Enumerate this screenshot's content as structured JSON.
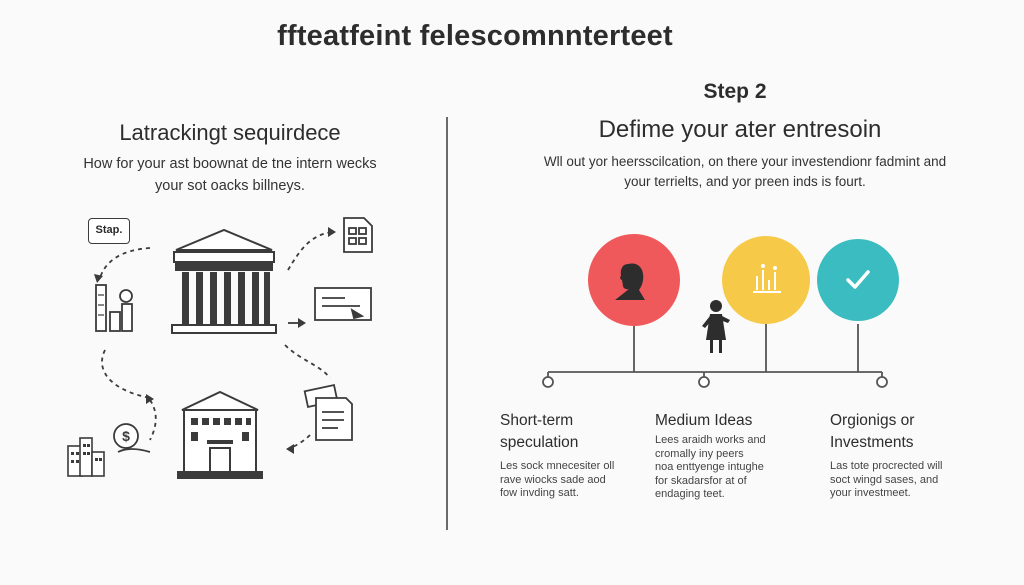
{
  "title": "fftеatfeint felescomnnterteet",
  "left": {
    "heading": "Latrackingt sequirdece",
    "subtitle_line1": "How for your ast boownat de tne intern wecks",
    "subtitle_line2": "your sot oacks billneys.",
    "bubble_label": "Stap."
  },
  "right": {
    "step_label": "Step 2",
    "heading": "Defime your ater entresoin",
    "subtitle_line1": "Wll out yor heersscilcation, on there your investendionr fadmint and",
    "subtitle_line2": "your terrielts, and yor preen inds is fourt.",
    "circle_colors": [
      "#f0595c",
      "#f7c948",
      "#3bbcc1"
    ],
    "columns": [
      {
        "title_line1": "Short-term",
        "title_line2": "speculation",
        "desc_line1": "Les sock mnecesiter oll",
        "desc_line2": "rave wiocks sade aod",
        "desc_line3": "fow invding satt."
      },
      {
        "title_line1": "Medium Ideas",
        "title_line2": "",
        "desc_line1": "Lees araidh works and",
        "desc_line2": "cromally iny peers",
        "desc_line3": "noa enttyenge intughe",
        "desc_line4": "for skadarsfor at of",
        "desc_line5": "endaging teet."
      },
      {
        "title_line1": "Orgionigs or",
        "title_line2": "Investments",
        "desc_line1": "Las tote procrected will",
        "desc_line2": "soct wingd sases, and",
        "desc_line3": "your investmeet."
      }
    ]
  }
}
